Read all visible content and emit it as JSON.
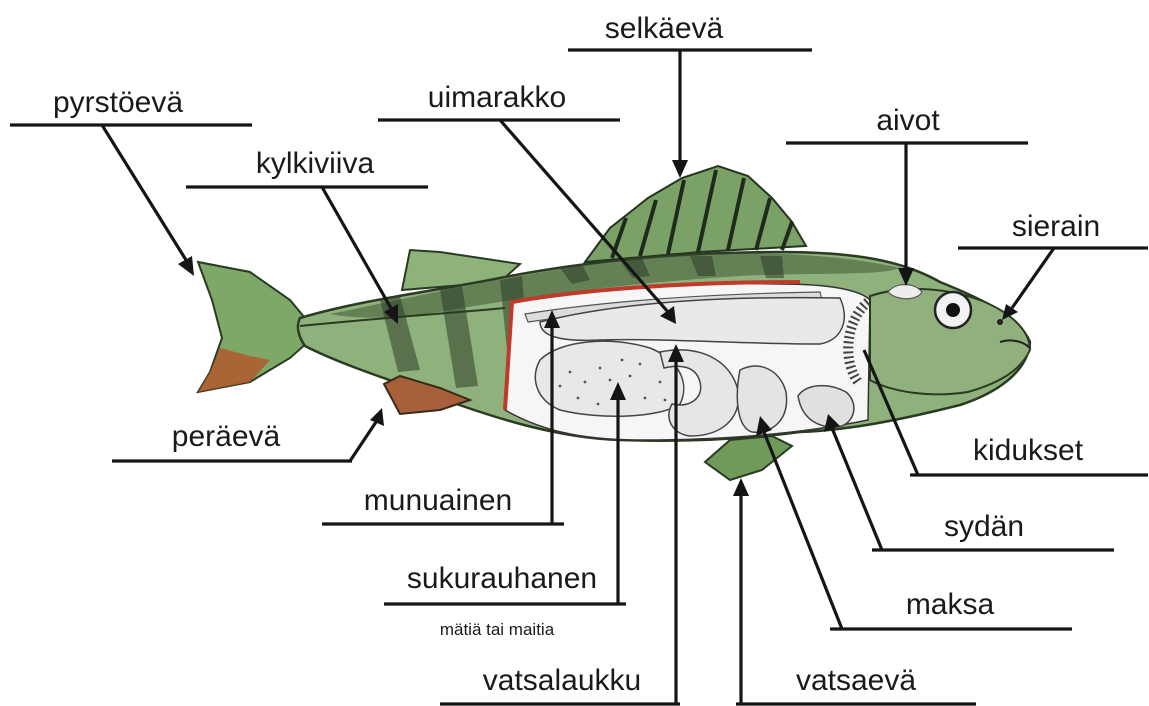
{
  "diagram": {
    "labels": {
      "selkaeva": "selkäevä",
      "pyrstoeva": "pyrstöevä",
      "uimarakko": "uimarakko",
      "aivot": "aivot",
      "kylkiviiva": "kylkiviiva",
      "sierain": "sierain",
      "peraeva": "peräevä",
      "kidukset": "kidukset",
      "munuainen": "munuainen",
      "sydan": "sydän",
      "sukurauhanen": "sukurauhanen",
      "sukurauhanen_note": "mätiä tai maitia",
      "maksa": "maksa",
      "vatsalaukku": "vatsalaukku",
      "vatsaeva": "vatsaevä"
    },
    "colors": {
      "body": "#8fb27c",
      "body_dark": "#5f8550",
      "stripe": "#2f3d2a",
      "fin": "#6a9a55",
      "fin_orange": "#b2592e",
      "swim_bladder_line": "#c0392b",
      "organ": "#eeeeee",
      "line": "#151515"
    }
  }
}
